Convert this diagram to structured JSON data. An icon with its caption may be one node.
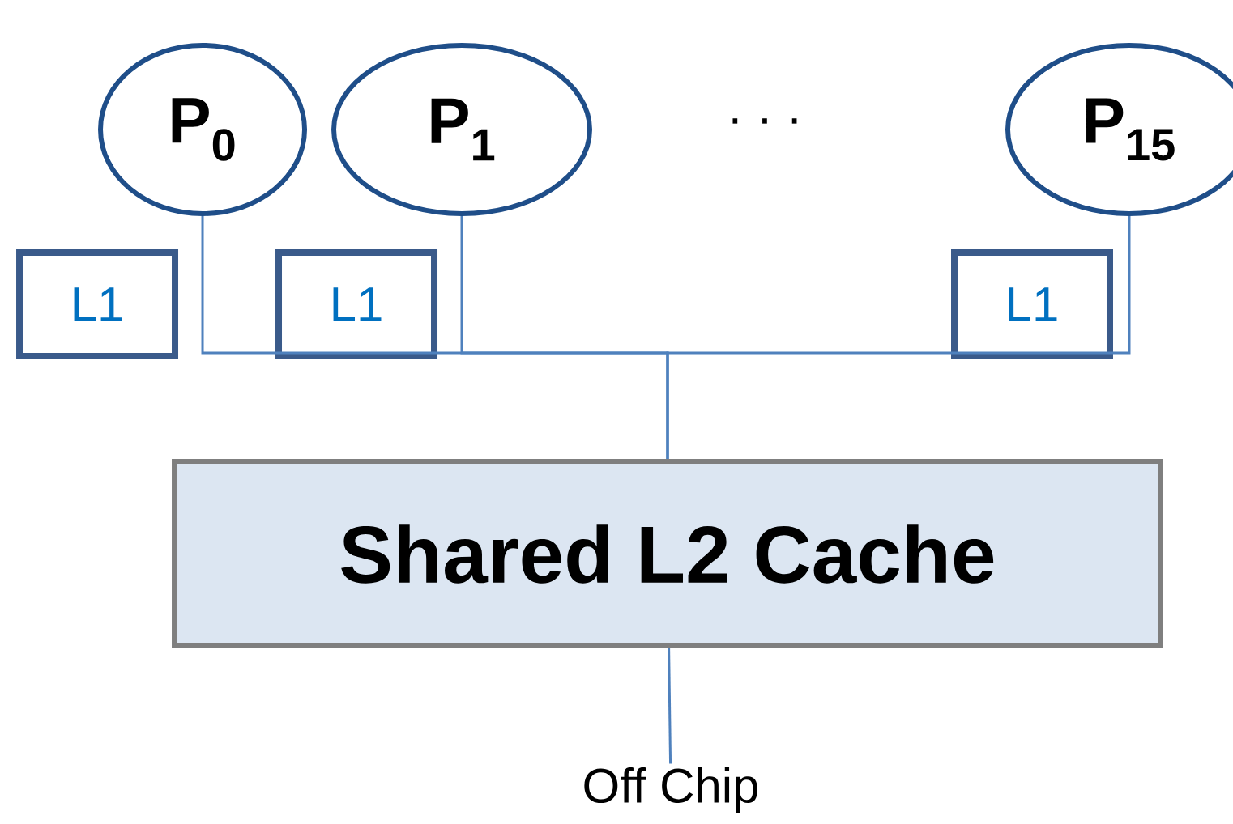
{
  "diagram": {
    "nodes": [
      {
        "text": [
          "P$_{0}$"
        ]
      },
      {
        "text": [
          "P$_{1}$"
        ]
      },
      {
        "text": [
          "P$_{15}$"
        ]
      },
      {
        "text": [
          "L1"
        ]
      },
      {
        "text": [
          "L1"
        ]
      },
      {
        "text": [
          "L1"
        ]
      },
      {
        "text": [
          "Shared L2 Cache"
        ]
      },
      {
        "text": [
          "Off Chip"
        ]
      }
    ],
    "edges": [
      {
        "from": 0,
        "to": 6,
        "arrow": "none"
      },
      {
        "from": 1,
        "to": 6,
        "arrow": "none"
      },
      {
        "from": 2,
        "to": 6,
        "arrow": "none"
      },
      {
        "from": 6,
        "to": 7,
        "arrow": "none"
      }
    ],
    "labels": [
      "· · ·"
    ]
  }
}
